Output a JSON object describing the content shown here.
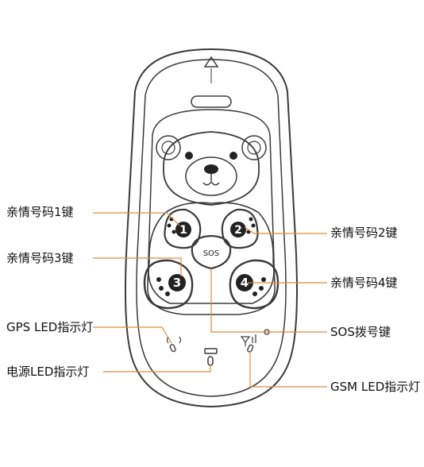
{
  "sos_label": "SOS",
  "key_numbers": [
    "1",
    "2",
    "3",
    "4"
  ],
  "labels": {
    "family_key_1": "亲情号码1键",
    "family_key_2": "亲情号码2键",
    "family_key_3": "亲情号码3键",
    "family_key_4": "亲情号码4键",
    "sos_key": "SOS拨号键",
    "gps_led": "GPS LED指示灯",
    "power_led": "电源LED指示灯",
    "gsm_led": "GSM LED指示灯"
  },
  "colors": {
    "outline": "#3a3a3a",
    "leader_line": "#e08a3a",
    "text": "#111111",
    "key_fill": "#222222"
  }
}
